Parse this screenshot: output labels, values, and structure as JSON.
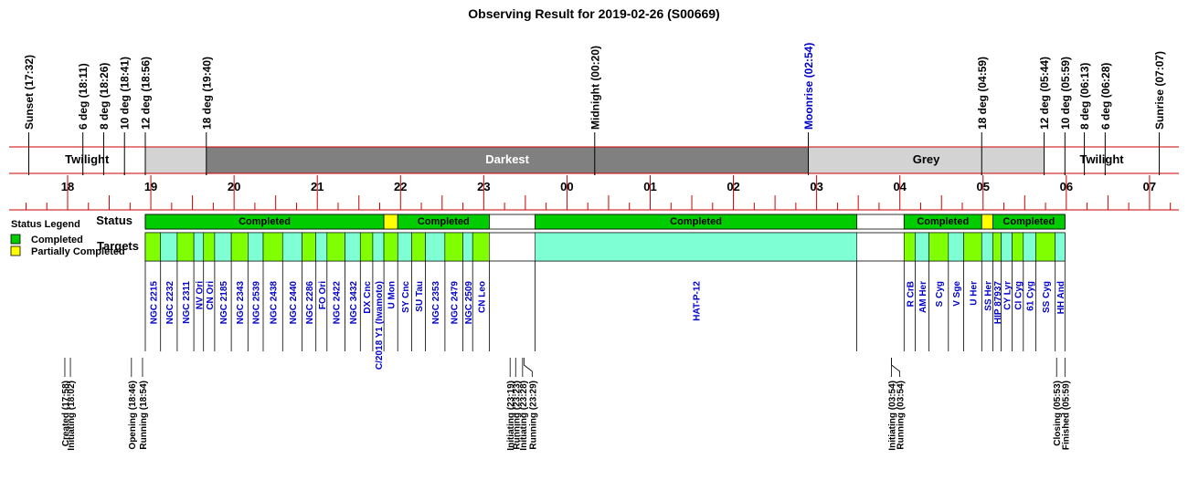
{
  "chart_data": {
    "type": "timeline",
    "title": "Observing Result for 2019-02-26 (S00669)",
    "colors": {
      "completed": "#00cc00",
      "partial": "#ffff00",
      "twilight": "#ffffff",
      "nautical": "#d3d3d3",
      "darkest": "#808080",
      "grey": "#d3d3d3",
      "target_green": "#7fff00",
      "target_cyan": "#7fffd4",
      "axis_red": "#cc0000",
      "text_blue": "#0000cc"
    },
    "events": [
      {
        "t": "17:32",
        "label": "Sunset (17:32)",
        "color": "#000000"
      },
      {
        "t": "18:11",
        "label": "6 deg (18:11)",
        "color": "#000000"
      },
      {
        "t": "18:26",
        "label": "8 deg (18:26)",
        "color": "#000000"
      },
      {
        "t": "18:41",
        "label": "10 deg (18:41)",
        "color": "#000000"
      },
      {
        "t": "18:56",
        "label": "12 deg (18:56)",
        "color": "#000000"
      },
      {
        "t": "19:40",
        "label": "18 deg (19:40)",
        "color": "#000000"
      },
      {
        "t": "00:20",
        "label": "Midnight (00:20)",
        "color": "#000000"
      },
      {
        "t": "02:54",
        "label": "Moonrise (02:54)",
        "color": "#0000cc"
      },
      {
        "t": "04:59",
        "label": "18 deg (04:59)",
        "color": "#000000"
      },
      {
        "t": "05:44",
        "label": "12 deg (05:44)",
        "color": "#000000"
      },
      {
        "t": "05:59",
        "label": "10 deg (05:59)",
        "color": "#000000"
      },
      {
        "t": "06:13",
        "label": "8 deg (06:13)",
        "color": "#000000"
      },
      {
        "t": "06:28",
        "label": "6 deg (06:28)",
        "color": "#000000"
      },
      {
        "t": "07:07",
        "label": "Sunrise (07:07)",
        "color": "#000000"
      }
    ],
    "bands": [
      {
        "start": "17:32",
        "end": "18:56",
        "label": "Twilight",
        "fill": "#ffffff",
        "text": "#000000"
      },
      {
        "start": "18:56",
        "end": "19:40",
        "label": "",
        "fill": "#d3d3d3",
        "text": "#000000"
      },
      {
        "start": "19:40",
        "end": "02:54",
        "label": "Darkest",
        "fill": "#808080",
        "text": "#ffffff"
      },
      {
        "start": "02:54",
        "end": "05:44",
        "label": "Grey",
        "fill": "#d3d3d3",
        "text": "#000000"
      },
      {
        "start": "05:44",
        "end": "07:07",
        "label": "Twilight",
        "fill": "#ffffff",
        "text": "#000000"
      }
    ],
    "hours": [
      "18",
      "19",
      "20",
      "21",
      "22",
      "23",
      "00",
      "01",
      "02",
      "03",
      "04",
      "05",
      "06",
      "07"
    ],
    "legend": {
      "title": "Status Legend",
      "items": [
        {
          "label": "Completed",
          "color": "#00cc00"
        },
        {
          "label": "Partially Completed",
          "color": "#ffff00"
        }
      ]
    },
    "row_labels": {
      "status": "Status",
      "targets": "Targets"
    },
    "status": [
      {
        "start": "18:56",
        "end": "21:48",
        "state": "Completed",
        "label": "Completed"
      },
      {
        "start": "21:48",
        "end": "21:58",
        "state": "Partially Completed",
        "label": ""
      },
      {
        "start": "21:58",
        "end": "23:04",
        "state": "Completed",
        "label": "Completed"
      },
      {
        "start": "23:37",
        "end": "03:29",
        "state": "Completed",
        "label": "Completed"
      },
      {
        "start": "04:03",
        "end": "04:59",
        "state": "Completed",
        "label": "Completed"
      },
      {
        "start": "04:59",
        "end": "05:07",
        "state": "Partially Completed",
        "label": ""
      },
      {
        "start": "05:07",
        "end": "05:59",
        "state": "Completed",
        "label": "Completed"
      }
    ],
    "targets": [
      {
        "start": "18:56",
        "end": "19:07",
        "name": "NGC 2215"
      },
      {
        "start": "19:07",
        "end": "19:19",
        "name": "NGC 2232"
      },
      {
        "start": "19:19",
        "end": "19:31",
        "name": "NGC 2311"
      },
      {
        "start": "19:31",
        "end": "19:38",
        "name": "NV Ori"
      },
      {
        "start": "19:38",
        "end": "19:46",
        "name": "CN Ori"
      },
      {
        "start": "19:46",
        "end": "19:58",
        "name": "NGC 2185"
      },
      {
        "start": "19:58",
        "end": "20:10",
        "name": "NGC 2343"
      },
      {
        "start": "20:10",
        "end": "20:21",
        "name": "NGC 2539"
      },
      {
        "start": "20:21",
        "end": "20:35",
        "name": "NGC 2438"
      },
      {
        "start": "20:35",
        "end": "20:49",
        "name": "NGC 2440"
      },
      {
        "start": "20:49",
        "end": "20:59",
        "name": "NGC 2286"
      },
      {
        "start": "20:59",
        "end": "21:07",
        "name": "FO Ori"
      },
      {
        "start": "21:07",
        "end": "21:20",
        "name": "NGC 2422"
      },
      {
        "start": "21:20",
        "end": "21:31",
        "name": "NGC 3432"
      },
      {
        "start": "21:31",
        "end": "21:40",
        "name": "DX Cnc"
      },
      {
        "start": "21:40",
        "end": "21:48",
        "name": "C/2018 Y1 (Iwamoto)"
      },
      {
        "start": "21:48",
        "end": "21:58",
        "name": "U Mon"
      },
      {
        "start": "21:58",
        "end": "22:08",
        "name": "SY Cnc"
      },
      {
        "start": "22:08",
        "end": "22:18",
        "name": "SU Tau"
      },
      {
        "start": "22:18",
        "end": "22:32",
        "name": "NGC 2353"
      },
      {
        "start": "22:32",
        "end": "22:45",
        "name": "NGC 2479"
      },
      {
        "start": "22:45",
        "end": "22:52",
        "name": "NGC 2509"
      },
      {
        "start": "22:52",
        "end": "23:04",
        "name": "CN Leo"
      },
      {
        "start": "23:37",
        "end": "03:29",
        "name": "HAT-P-12"
      },
      {
        "start": "04:03",
        "end": "04:11",
        "name": "R CrB"
      },
      {
        "start": "04:11",
        "end": "04:21",
        "name": "AM Her"
      },
      {
        "start": "04:21",
        "end": "04:35",
        "name": "S Cyg"
      },
      {
        "start": "04:35",
        "end": "04:46",
        "name": "V Sge"
      },
      {
        "start": "04:46",
        "end": "04:59",
        "name": "U Her"
      },
      {
        "start": "04:59",
        "end": "05:07",
        "name": "SS Her"
      },
      {
        "start": "05:07",
        "end": "05:13",
        "name": "HIP 87937"
      },
      {
        "start": "05:13",
        "end": "05:21",
        "name": "CY Lyr"
      },
      {
        "start": "05:21",
        "end": "05:29",
        "name": "CI Cyg"
      },
      {
        "start": "05:29",
        "end": "05:38",
        "name": "61 Cyg"
      },
      {
        "start": "05:38",
        "end": "05:52",
        "name": "SS Cyg"
      },
      {
        "start": "05:52",
        "end": "05:59",
        "name": "HH And"
      }
    ],
    "logs": [
      {
        "t": "17:58",
        "label": "Created (17:58)"
      },
      {
        "t": "18:02",
        "label": "Initiating (18:02)"
      },
      {
        "t": "18:46",
        "label": "Opening (18:46)"
      },
      {
        "t": "18:54",
        "label": "Running (18:54)"
      },
      {
        "t": "23:19",
        "label": "Initiating (23:19)"
      },
      {
        "t": "23:23",
        "label": "Running (23:23)"
      },
      {
        "t": "23:28",
        "label": "Initiating (23:28)"
      },
      {
        "t": "23:29",
        "label": "Running (23:29)"
      },
      {
        "t": "03:54",
        "label": "Initiating (03:54)"
      },
      {
        "t": "03:54",
        "label": "Running (03:54)"
      },
      {
        "t": "05:53",
        "label": "Closing (05:53)"
      },
      {
        "t": "05:59",
        "label": "Finished (05:59)"
      }
    ]
  }
}
